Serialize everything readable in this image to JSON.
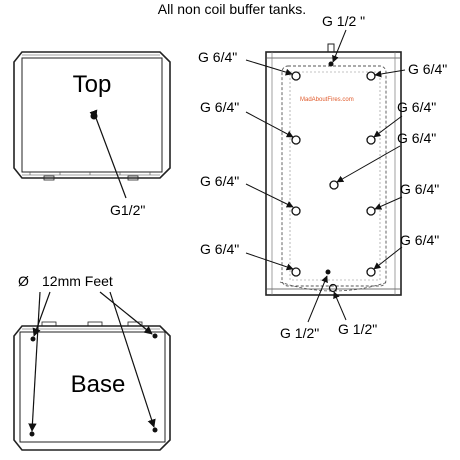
{
  "title": "All non coil buffer tanks.",
  "top_view": {
    "label": "Top",
    "port_label": "G1/2\""
  },
  "base_view": {
    "label": "Base",
    "feet_symbol": "Ø",
    "feet_label": "12mm Feet"
  },
  "side_view": {
    "top_port_label": "G 1/2 \"",
    "left_ports": [
      "G 6/4\"",
      "G 6/4\"",
      "G 6/4\"",
      "G 6/4\""
    ],
    "right_ports": [
      "G 6/4\"",
      "G 6/4\"",
      "G 6/4\"",
      "G 6/4\"",
      "G 6/4\""
    ],
    "bottom_ports": [
      "G 1/2\"",
      "G 1/2\""
    ],
    "watermark": "MadAboutFires.com"
  },
  "colors": {
    "line": "#222222",
    "light_line": "#888888",
    "watermark": "#e05a2b"
  }
}
